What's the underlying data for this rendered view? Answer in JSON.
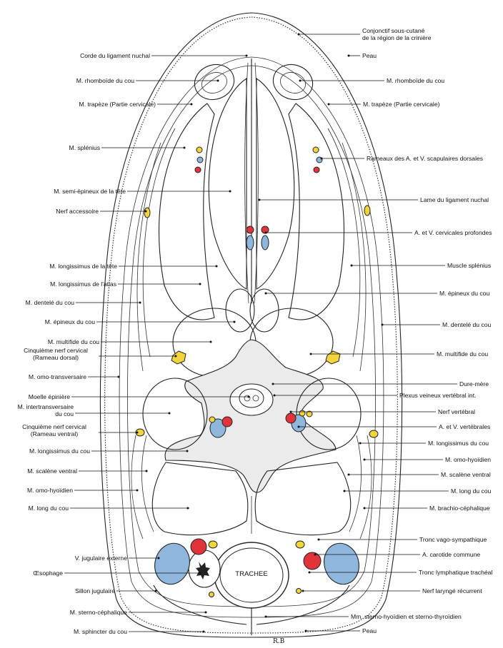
{
  "colors": {
    "vein": "#8fb6dc",
    "artery": "#e0333a",
    "nerve": "#f2d43b",
    "dura": "#ebebeb",
    "outline": "#222222"
  },
  "left_labels": [
    "Corde du ligament nuchal",
    "M. rhomboïde du cou",
    "M. trapèze (Partie cervicale)",
    "M. splénius",
    "M. semi-épineux de la tête",
    "Nerf accessoire",
    "M. longissimus de la tête",
    "M. longissimus de l'atlas",
    "M. dentelé du cou",
    "M. épineux du cou",
    "M. multifide du cou",
    "Cinquième nerf cervical\n(Rameau dorsal)",
    "M. omo-transversaire",
    "Moelle épinière",
    "M. intertransversaire\ndu cou",
    "Cinquième nerf cervical\n(Rameau ventral)",
    "M. longissimus du cou",
    "M. scalène ventral",
    "M. omo-hyoïdien",
    "M. long du cou",
    "V. jugulaire externe",
    "Œsophage",
    "Sillon jugulaire",
    "M. sterno-céphalique",
    "M. sphincter du cou"
  ],
  "right_labels": [
    "Conjonctif sous-cutané\nde la région de la crinière",
    "Peau",
    "M. rhomboïde du cou",
    "M. trapèze (Partie cervicale)",
    "Rameaux des A. et V. scapulaires dorsales",
    "Lame du ligament nuchal",
    "A. et V. cervicales profondes",
    "Muscle splénius",
    "M. épineux du cou",
    "M. dentelé du cou",
    "M. multifide du cou",
    "Dure-mère",
    "Plexus veineux vertébral int.",
    "Nerf vertébral",
    "A. et V. vertébrales",
    "M. longissimus du cou",
    "M. omo-hyoïdien",
    "M. scalène ventral",
    "M. long du cou",
    "M. brachio-céphalique",
    "Tronc vago-sympathique",
    "A. carotide commune",
    "Tronc lymphatique trachéal",
    "Nerf laryngé récurrent",
    "Mm. sterno-hyoïdien et sterno-thyroïdien",
    "Peau"
  ],
  "trachea_label": "TRACHEE",
  "signature": "R.B"
}
